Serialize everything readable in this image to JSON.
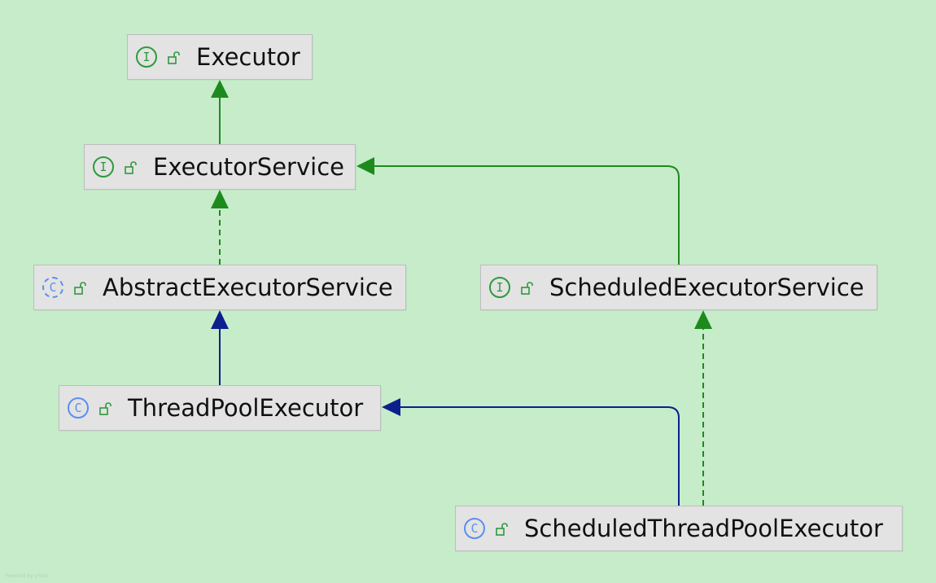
{
  "diagram": {
    "nodes": [
      {
        "id": "executor",
        "name": "Executor",
        "kind": "interface",
        "kind_glyph": "I",
        "icon": "lock-open-icon"
      },
      {
        "id": "executor-service",
        "name": "ExecutorService",
        "kind": "interface",
        "kind_glyph": "I",
        "icon": "lock-open-icon"
      },
      {
        "id": "abstract-executor-service",
        "name": "AbstractExecutorService",
        "kind": "abstract-class",
        "kind_glyph": "C",
        "icon": "lock-open-icon"
      },
      {
        "id": "scheduled-executor-service",
        "name": "ScheduledExecutorService",
        "kind": "interface",
        "kind_glyph": "I",
        "icon": "lock-open-icon"
      },
      {
        "id": "thread-pool-executor",
        "name": "ThreadPoolExecutor",
        "kind": "class",
        "kind_glyph": "C",
        "icon": "lock-open-icon"
      },
      {
        "id": "scheduled-thread-pool-executor",
        "name": "ScheduledThreadPoolExecutor",
        "kind": "class",
        "kind_glyph": "C",
        "icon": "lock-open-icon"
      }
    ],
    "edges": [
      {
        "from": "executor-service",
        "to": "executor",
        "type": "extends-interface",
        "style": "solid",
        "color": "#1e8a1e"
      },
      {
        "from": "abstract-executor-service",
        "to": "executor-service",
        "type": "implements",
        "style": "dashed",
        "color": "#1e8a1e"
      },
      {
        "from": "scheduled-executor-service",
        "to": "executor-service",
        "type": "extends-interface",
        "style": "solid",
        "color": "#1e8a1e"
      },
      {
        "from": "thread-pool-executor",
        "to": "abstract-executor-service",
        "type": "extends",
        "style": "solid",
        "color": "#0c1f8c"
      },
      {
        "from": "scheduled-thread-pool-executor",
        "to": "thread-pool-executor",
        "type": "extends",
        "style": "solid",
        "color": "#0c1f8c"
      },
      {
        "from": "scheduled-thread-pool-executor",
        "to": "scheduled-executor-service",
        "type": "implements",
        "style": "dashed",
        "color": "#1e8a1e"
      }
    ],
    "footer": "Powered by yFiles"
  }
}
